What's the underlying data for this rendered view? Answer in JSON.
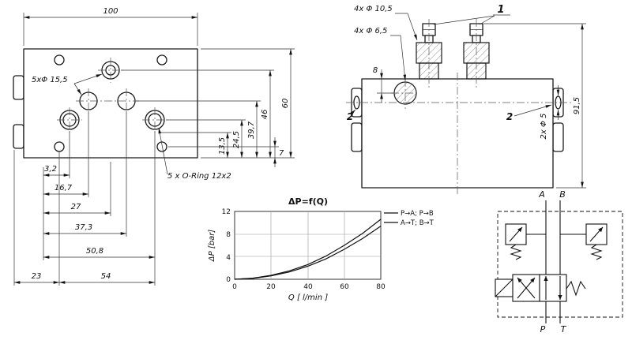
{
  "front_view": {
    "dim_width": "100",
    "hole_label": "5xΦ 15,5",
    "oring_label": "5 x O-Ring 12x2",
    "dims_right": {
      "d7": "7",
      "d13_5": "13,5",
      "d24_5": "24,5",
      "d39_7": "39,7",
      "d46": "46",
      "d60": "60"
    },
    "dims_bottom": {
      "d3_2": "3,2",
      "d16_7": "16,7",
      "d27": "27",
      "d37_3": "37,3",
      "d50_8": "50,8",
      "d23": "23",
      "d54": "54"
    }
  },
  "side_view": {
    "label_top_holes": "4x Φ 10,5",
    "label_small_holes": "4x Φ 6,5",
    "callout_1": "1",
    "callout_2_left": "2",
    "callout_2_right": "2",
    "dim_depth": "8",
    "dim_height": "91,5",
    "label_pins": "2x Φ 5"
  },
  "chart_data": {
    "type": "line",
    "title": "ΔP=f(Q)",
    "xlabel": "Q [ l/min ]",
    "ylabel": "ΔP [bar]",
    "xlim": [
      0,
      80
    ],
    "ylim": [
      0,
      12
    ],
    "xticks": [
      0,
      20,
      40,
      60,
      80
    ],
    "yticks": [
      0,
      4,
      8,
      12
    ],
    "grid": true,
    "legend_position": "top-right",
    "series": [
      {
        "name": "P→A; P→B",
        "x": [
          0,
          10,
          20,
          30,
          40,
          50,
          60,
          70,
          80
        ],
        "values": [
          0,
          0.2,
          0.7,
          1.5,
          2.6,
          4.1,
          6.0,
          8.1,
          10.6
        ]
      },
      {
        "name": "A→T; B→T",
        "x": [
          0,
          10,
          20,
          30,
          40,
          50,
          60,
          70,
          80
        ],
        "values": [
          0,
          0.15,
          0.6,
          1.3,
          2.3,
          3.6,
          5.3,
          7.2,
          9.4
        ]
      }
    ]
  },
  "schematic": {
    "port_a": "A",
    "port_b": "B",
    "port_p": "P",
    "port_t": "T"
  }
}
